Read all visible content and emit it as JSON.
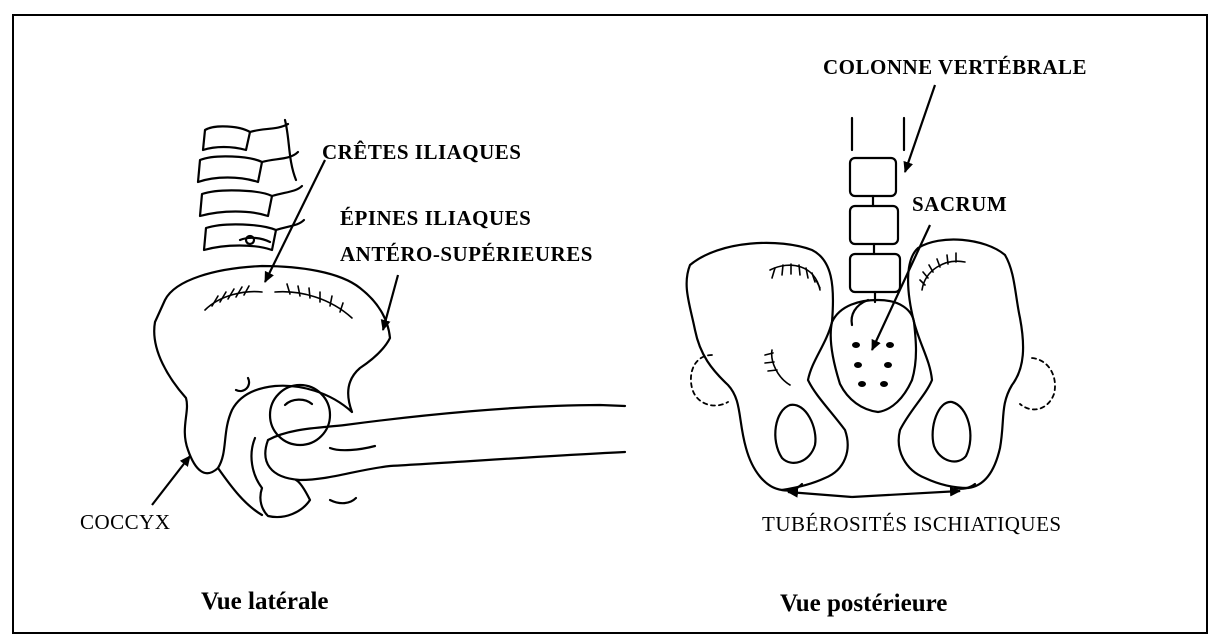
{
  "labels": {
    "colonne": "COLONNE VERTÉBRALE",
    "cretes": "CRÊTES ILIAQUES",
    "epines_1": "ÉPINES ILIAQUES",
    "epines_2": "ANTÉRO-SUPÉRIEURES",
    "sacrum": "SACRUM",
    "coccyx": "COCCYX",
    "tuberosites": "TUBÉROSITÉS ISCHIATIQUES"
  },
  "captions": {
    "lateral": "Vue latérale",
    "posterior": "Vue postérieure"
  }
}
